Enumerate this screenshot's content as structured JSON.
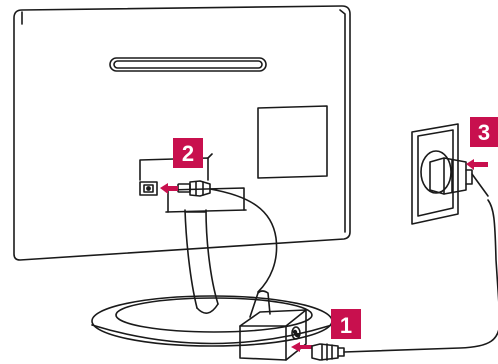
{
  "steps": [
    {
      "number": "1",
      "badge_color": "#c8104e"
    },
    {
      "number": "2",
      "badge_color": "#c8104e"
    },
    {
      "number": "3",
      "badge_color": "#c8104e"
    }
  ],
  "colors": {
    "line": "#1a1a1a",
    "arrow": "#c8104e",
    "background": "#ffffff"
  }
}
